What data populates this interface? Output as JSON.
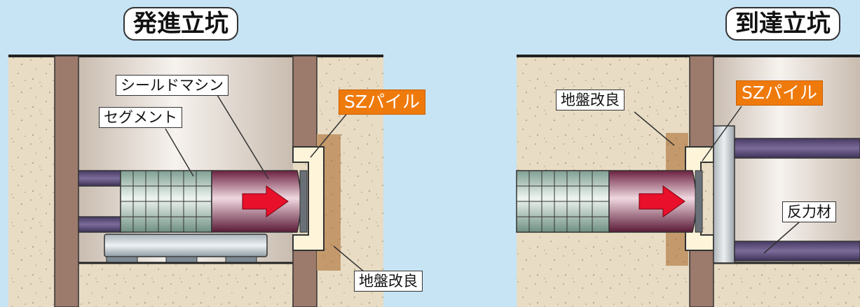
{
  "launch_shaft": {
    "title": "発進立坑",
    "labels": {
      "shield_machine": "シールドマシン",
      "segment": "セグメント",
      "sz_pile": "SZパイル",
      "ground_improvement": "地盤改良"
    }
  },
  "arrival_shaft": {
    "title": "到達立坑",
    "labels": {
      "ground_improvement": "地盤改良",
      "sz_pile": "SZパイル",
      "reaction_material": "反力材"
    }
  },
  "colors": {
    "background": "#c7e4f5",
    "soil": "#e8dcc4",
    "pile": "#9c7a6c",
    "shaft_interior": "#ddd2c8",
    "ground_improvement": "#c49a6c",
    "shield_machine": "#7a2a4a",
    "segment": "#a8c8b8",
    "reaction_block": "#5e4e7a",
    "arrow": "#e8102a",
    "label_orange": "#ef7a0c"
  }
}
